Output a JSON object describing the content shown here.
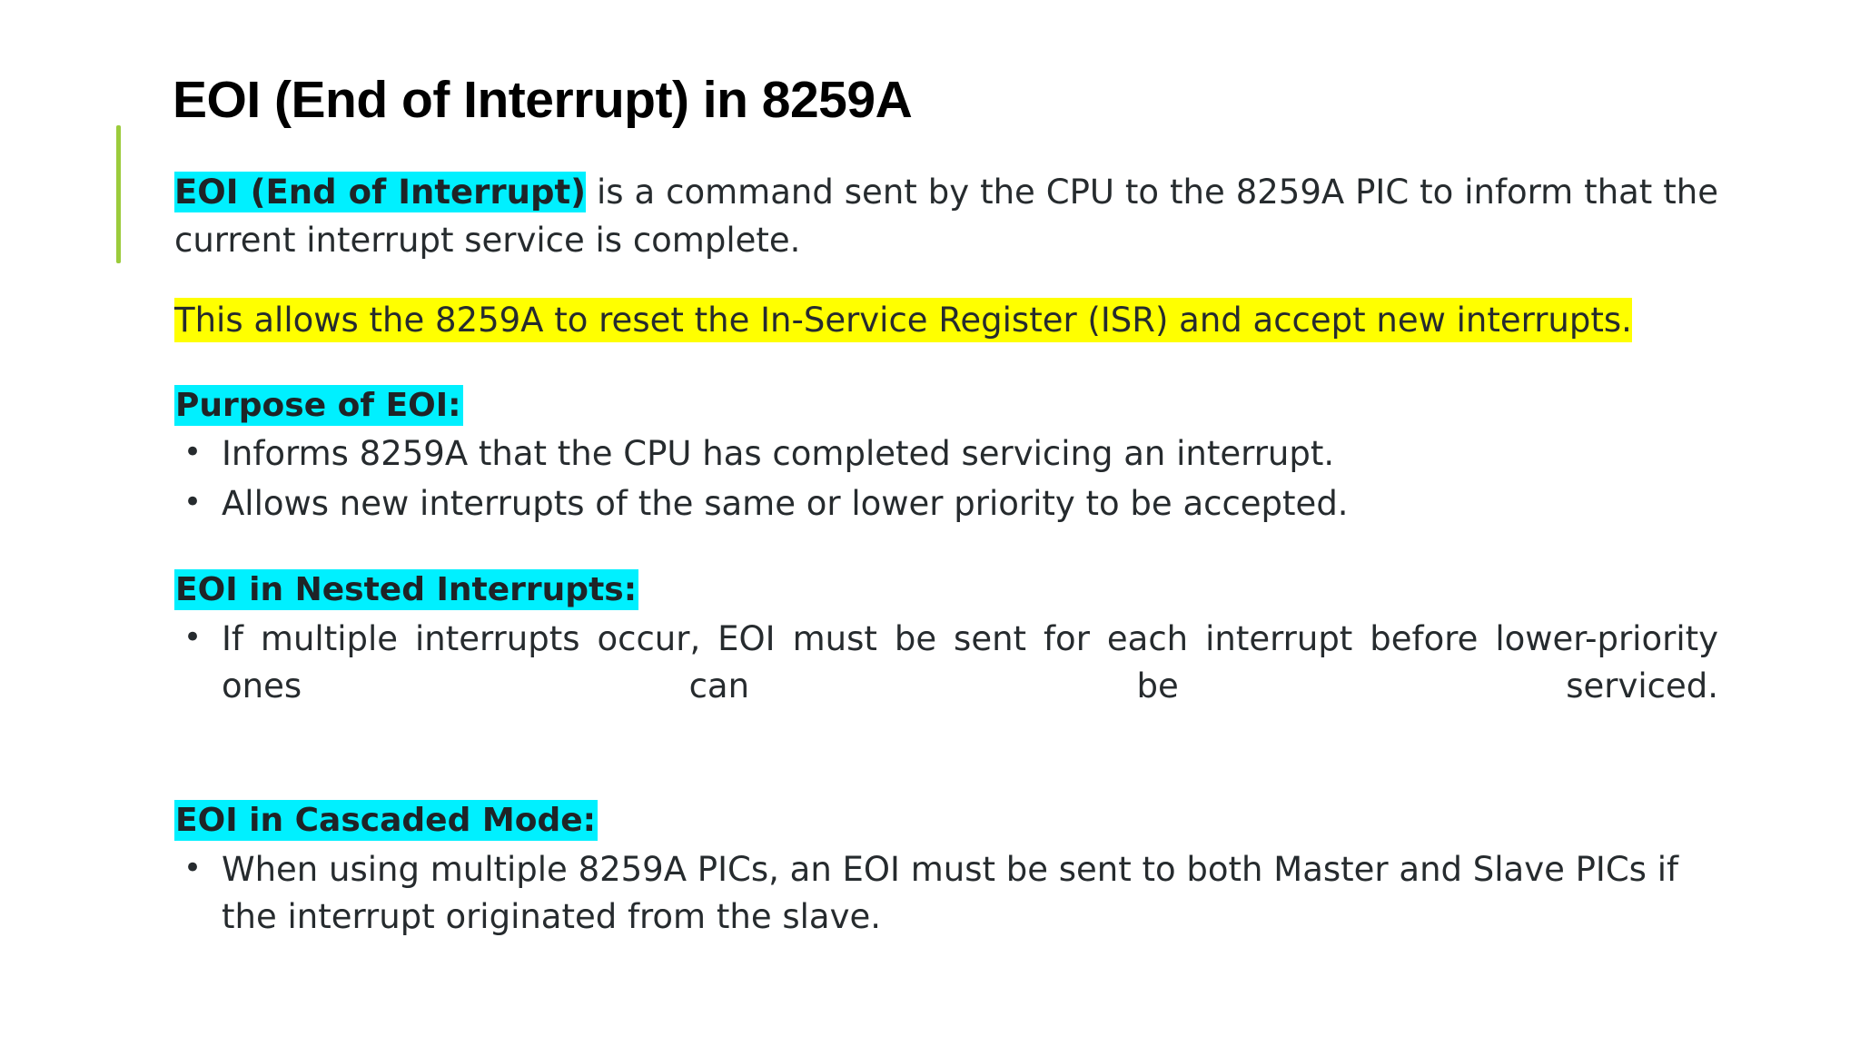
{
  "slide": {
    "title": "EOI (End of Interrupt) in 8259A",
    "background_color": "#FFFFFF",
    "accent_bar_color": "#9BCB3B",
    "highlight_cyan": "#00F0FF",
    "highlight_yellow": "#FFFF00",
    "text_color": "#262B2E",
    "title_color": "#000000"
  },
  "intro": {
    "highlighted_term": "EOI (End of Interrupt)",
    "rest": " is a command sent by the CPU to the 8259A PIC to inform that the current interrupt service is complete."
  },
  "yellow_paragraph": {
    "text": "This allows the 8259A to reset the In-Service Register (ISR) and accept new interrupts."
  },
  "sections": [
    {
      "heading": "Purpose of EOI:",
      "bullets": [
        "Informs 8259A that the CPU has completed servicing an interrupt.",
        "Allows new interrupts of the same or lower priority to be accepted."
      ]
    },
    {
      "heading": "EOI in Nested Interrupts:",
      "bullets": [
        "If multiple interrupts occur, EOI must be sent for each interrupt before lower-priority ones can be serviced."
      ]
    },
    {
      "heading": "EOI in Cascaded Mode:",
      "bullets": [
        "When using multiple 8259A PICs, an EOI must be sent to both Master and Slave PICs if the interrupt originated from the slave."
      ]
    }
  ],
  "bullet_glyph": "•"
}
